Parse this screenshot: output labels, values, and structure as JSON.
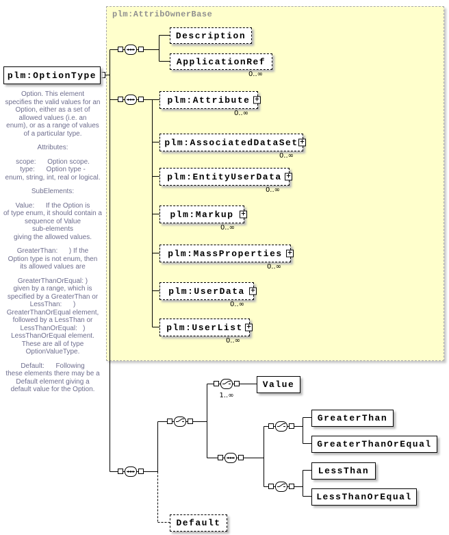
{
  "diagram": {
    "container": {
      "label": "plm:AttribOwnerBase"
    },
    "root": {
      "label": "plm:OptionType"
    },
    "icons": {
      "expand_glyph": "+"
    },
    "annotation": {
      "paragraphs": [
        "Option. This element\nspecifies the valid values for an\nOption, either as a set of\nallowed values (i.e. an\nenum), or as a range of values\nof a particular type.",
        "Attributes:",
        "scope:      Option scope.\ntype:      Option type -\nenum, string, int, real or logical.",
        "SubElements:",
        "Value:      If the Option is\nof type enum, it should contain a\nsequence of Value\nsub-elements\ngiving the allowed values.",
        "GreaterThan:      ) If the\nOption type is not enum, then\nits allowed values are",
        "GreaterThanOrEqual: )\ngiven by a range, which is\nspecified by a GreaterThan or\nLessThan:      )\nGreaterThanOrEqual element,\nfollowed by a LessThan or\nLessThanOrEqual:   )\nLessThanOrEqual element.\nThese are all of type\nOptionValueType.",
        "Default:      Following\nthese elements there may be a\nDefault element giving a\ndefault value for the Option."
      ]
    },
    "nodes": {
      "description": {
        "label": "Description"
      },
      "application_ref": {
        "label": "ApplicationRef",
        "cardinality": "0..∞"
      },
      "attribute": {
        "label": "plm:Attribute",
        "cardinality": "0..∞"
      },
      "associated_data_set": {
        "label": "plm:AssociatedDataSet",
        "cardinality": "0..∞"
      },
      "entity_user_data": {
        "label": "plm:EntityUserData",
        "cardinality": "0..∞"
      },
      "markup": {
        "label": "plm:Markup",
        "cardinality": "0..∞"
      },
      "mass_properties": {
        "label": "plm:MassProperties",
        "cardinality": "0..∞"
      },
      "user_data": {
        "label": "plm:UserData",
        "cardinality": "0..∞"
      },
      "user_list": {
        "label": "plm:UserList",
        "cardinality": "0..∞"
      },
      "value": {
        "label": "Value",
        "cardinality": "1..∞"
      },
      "greater_than": {
        "label": "GreaterThan"
      },
      "greater_than_or_equal": {
        "label": "GreaterThanOrEqual"
      },
      "less_than": {
        "label": "LessThan"
      },
      "less_than_or_equal": {
        "label": "LessThanOrEqual"
      },
      "default": {
        "label": "Default"
      }
    }
  }
}
